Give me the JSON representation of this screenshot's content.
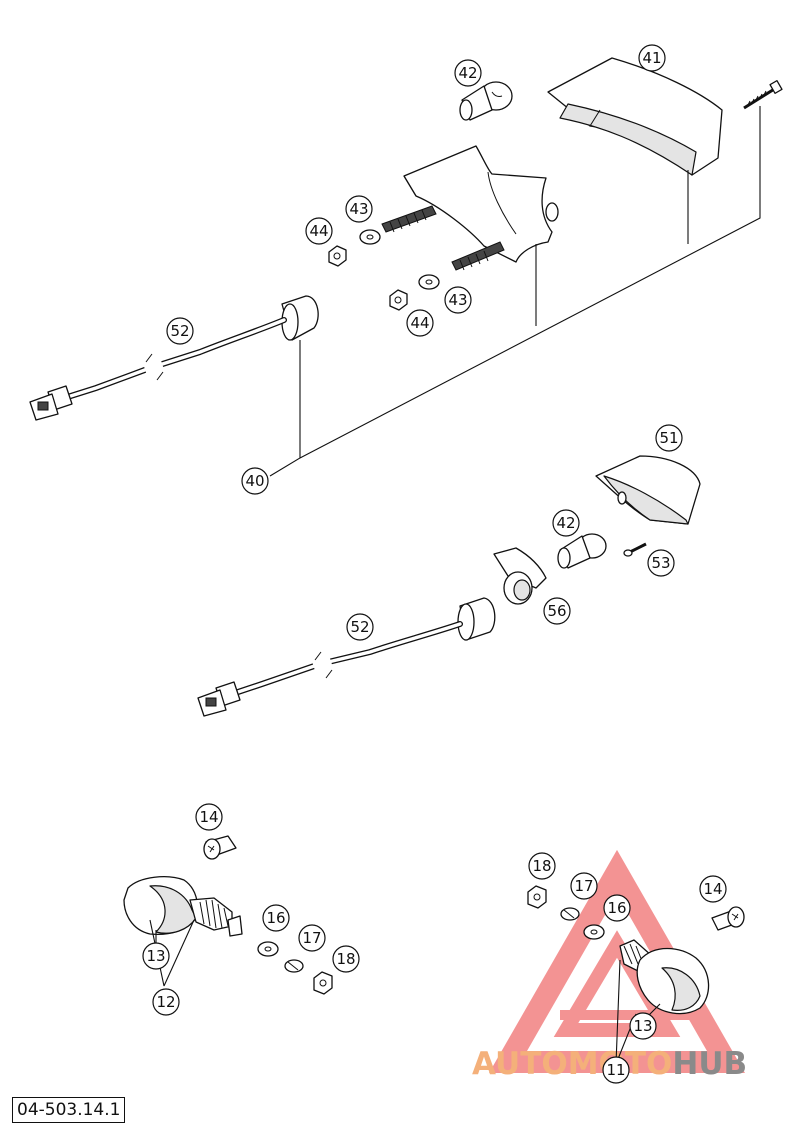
{
  "drawing": {
    "number": "04-503.14.1"
  },
  "callouts": {
    "c41": "41",
    "c42a": "42",
    "c43a": "43",
    "c44a": "44",
    "c44b": "44",
    "c43b": "43",
    "c52a": "52",
    "c40": "40",
    "c51": "51",
    "c42b": "42",
    "c53": "53",
    "c56": "56",
    "c52b": "52",
    "c14a": "14",
    "c16a": "16",
    "c17a": "17",
    "c18a": "18",
    "c13a": "13",
    "c12": "12",
    "c18b": "18",
    "c17b": "17",
    "c16b": "16",
    "c14b": "14",
    "c13b": "13",
    "c11": "11"
  },
  "watermark": {
    "part1": "AUTOMOTO",
    "part2": "HUB",
    "color1": "#f4b07a",
    "color2": "#8a8a8a",
    "triangle_color": "#ef6f6f"
  }
}
